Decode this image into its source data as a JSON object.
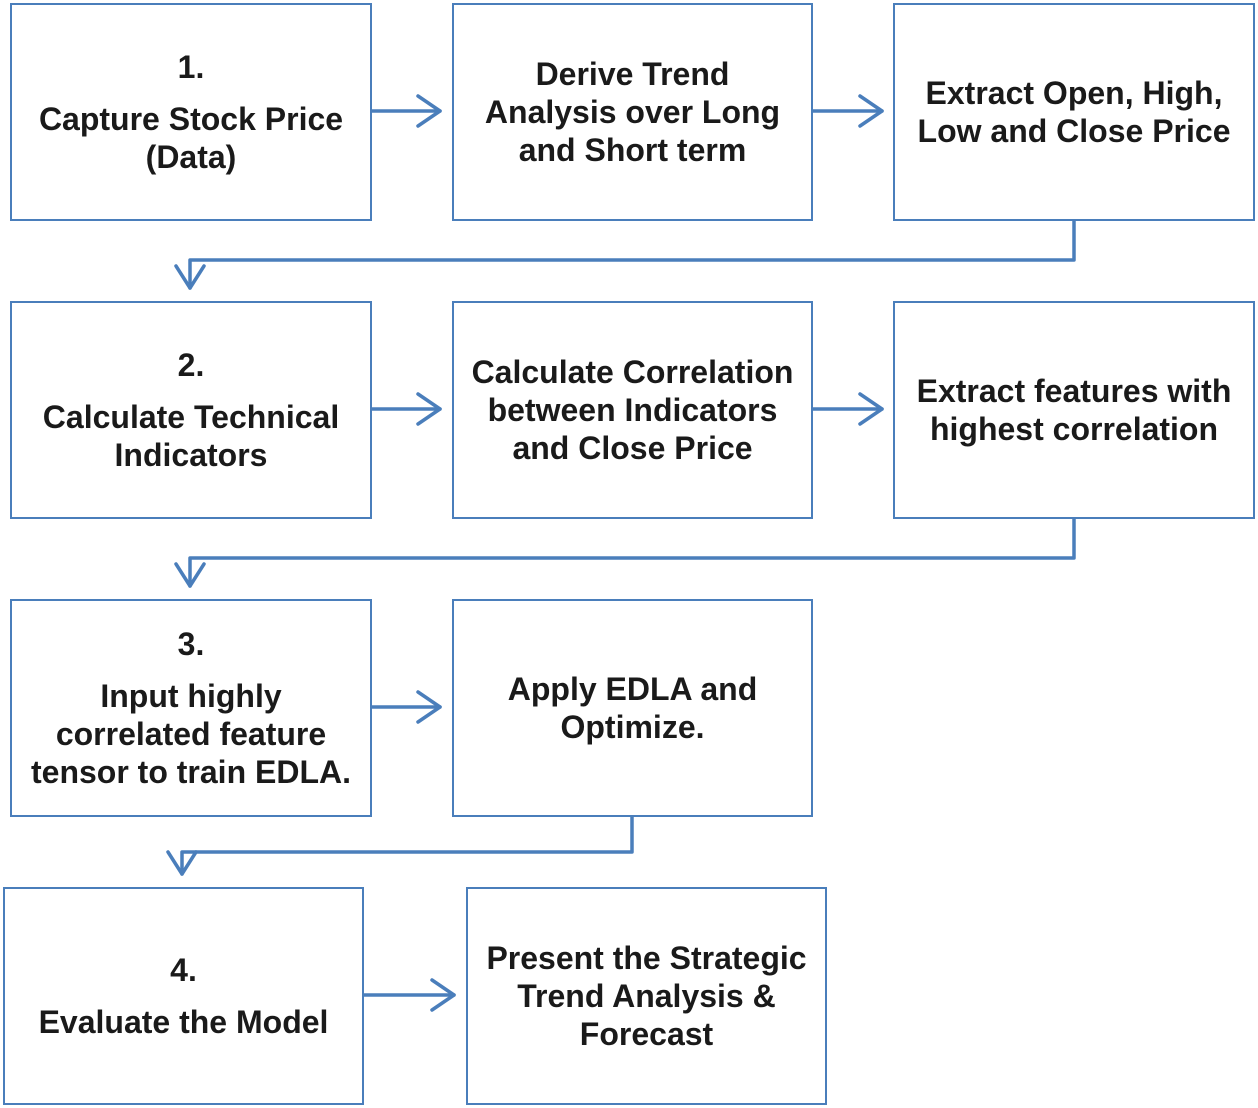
{
  "colors": {
    "border": "#4a7ebb",
    "arrow": "#4a7ebb",
    "text": "#1a1a1a"
  },
  "steps": [
    {
      "number": "1.",
      "boxes": [
        {
          "text": "Capture Stock Price (Data)"
        },
        {
          "text": "Derive Trend Analysis over Long and Short term"
        },
        {
          "text": "Extract Open, High, Low and Close Price"
        }
      ]
    },
    {
      "number": "2.",
      "boxes": [
        {
          "text": "Calculate Technical Indicators"
        },
        {
          "text": "Calculate Correlation between Indicators and Close Price"
        },
        {
          "text": "Extract features with highest correlation"
        }
      ]
    },
    {
      "number": "3.",
      "boxes": [
        {
          "text": "Input highly correlated feature tensor to train EDLA."
        },
        {
          "text": "Apply EDLA and Optimize."
        }
      ]
    },
    {
      "number": "4.",
      "boxes": [
        {
          "text": "Evaluate the Model"
        },
        {
          "text": "Present the Strategic Trend Analysis & Forecast"
        }
      ]
    }
  ]
}
